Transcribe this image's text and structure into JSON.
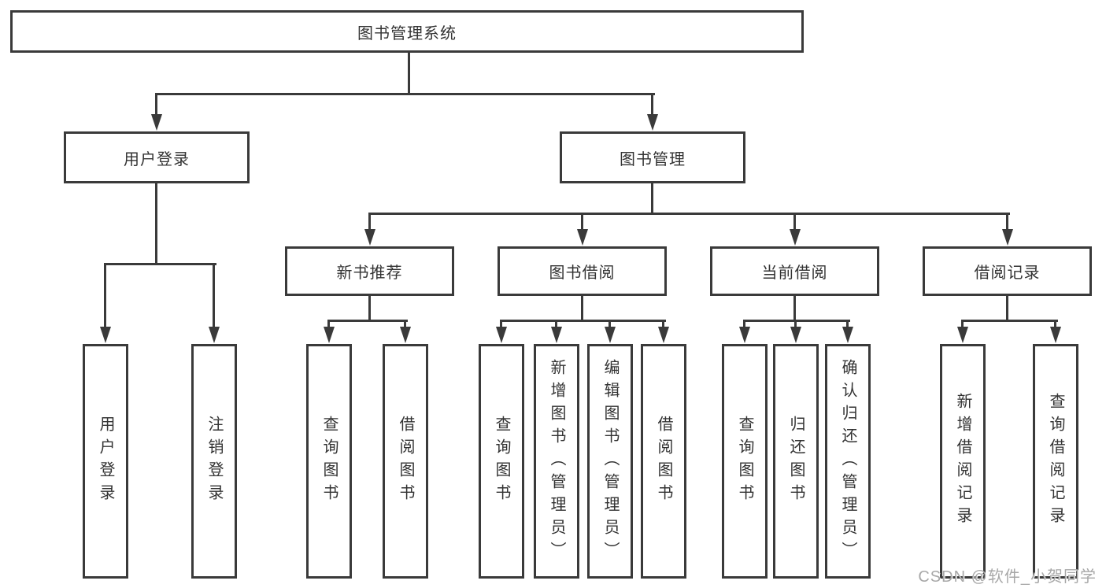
{
  "diagram": {
    "root": {
      "label": "图书管理系统"
    },
    "level2": [
      {
        "label": "用户登录"
      },
      {
        "label": "图书管理"
      }
    ],
    "level3": [
      {
        "label": "新书推荐"
      },
      {
        "label": "图书借阅"
      },
      {
        "label": "当前借阅"
      },
      {
        "label": "借阅记录"
      }
    ],
    "leaves": [
      {
        "parent": "用户登录",
        "label": "用户登录"
      },
      {
        "parent": "用户登录",
        "label": "注销登录"
      },
      {
        "parent": "新书推荐",
        "label": "查询图书"
      },
      {
        "parent": "新书推荐",
        "label": "借阅图书"
      },
      {
        "parent": "图书借阅",
        "label": "查询图书"
      },
      {
        "parent": "图书借阅",
        "label": "新增图书（管理员）"
      },
      {
        "parent": "图书借阅",
        "label": "编辑图书（管理员）"
      },
      {
        "parent": "图书借阅",
        "label": "借阅图书"
      },
      {
        "parent": "当前借阅",
        "label": "查询图书"
      },
      {
        "parent": "当前借阅",
        "label": "归还图书"
      },
      {
        "parent": "当前借阅",
        "label": "确认归还（管理员）"
      },
      {
        "parent": "借阅记录",
        "label": "新增借阅记录"
      },
      {
        "parent": "借阅记录",
        "label": "查询借阅记录"
      }
    ],
    "watermark": "CSDN @软件_小贺同学",
    "colors": {
      "line": "#3a3a3a",
      "box_border": "#3a3a3a",
      "box_background": "#ffffff",
      "text": "#333333",
      "watermark": "#a8a8a8"
    }
  }
}
